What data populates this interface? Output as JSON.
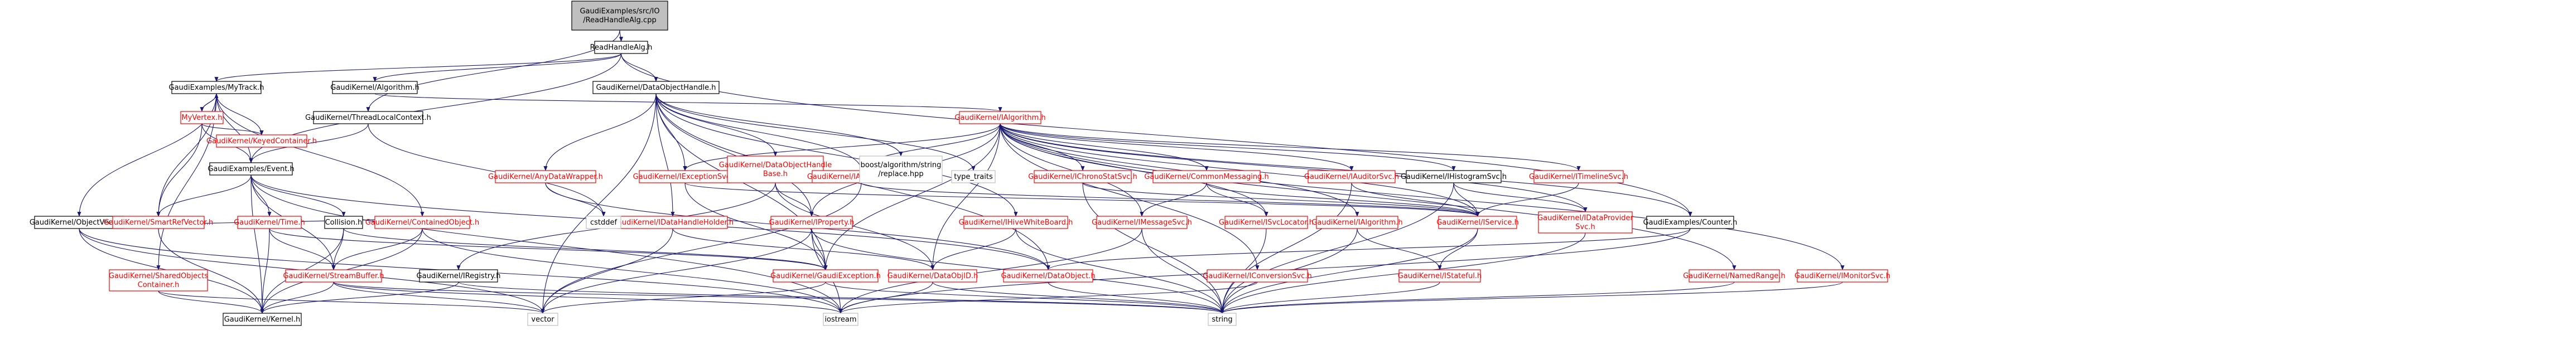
{
  "diagram": {
    "colors": {
      "edge": "#191970",
      "normal_text": "#000000",
      "normal_border": "#000000",
      "highlight_text": "#ff0000",
      "highlight_border": "#ff0000",
      "root_fill": "#bfbfbf",
      "external_border": "#bfbfbf",
      "node_fill": "#ffffff"
    },
    "nodes": [
      {
        "id": "root",
        "lines": [
          "GaudiExamples/src/IO",
          "/ReadHandleAlg.cpp"
        ],
        "style": "root"
      },
      {
        "id": "readhandle",
        "lines": [
          "ReadHandleAlg.h"
        ],
        "style": "normal"
      },
      {
        "id": "mytrack",
        "lines": [
          "GaudiExamples/MyTrack.h"
        ],
        "style": "normal"
      },
      {
        "id": "algorithm",
        "lines": [
          "GaudiKernel/Algorithm.h"
        ],
        "style": "normal"
      },
      {
        "id": "dohandle",
        "lines": [
          "GaudiKernel/DataObjectHandle.h"
        ],
        "style": "normal"
      },
      {
        "id": "myvertex",
        "lines": [
          "MyVertex.h"
        ],
        "style": "red"
      },
      {
        "id": "keyedcontainer",
        "lines": [
          "GaudiKernel/KeyedContainer.h"
        ],
        "style": "red"
      },
      {
        "id": "threadlocal",
        "lines": [
          "GaudiKernel/ThreadLocalContext.h"
        ],
        "style": "normal"
      },
      {
        "id": "ialgorithm",
        "lines": [
          "GaudiKernel/IAlgorithm.h"
        ],
        "style": "red"
      },
      {
        "id": "event",
        "lines": [
          "GaudiExamples/Event.h"
        ],
        "style": "normal"
      },
      {
        "id": "objectvector",
        "lines": [
          "GaudiKernel/ObjectVector.h"
        ],
        "style": "normal"
      },
      {
        "id": "smartrefvector",
        "lines": [
          "GaudiKernel/SmartRefVector.h"
        ],
        "style": "red"
      },
      {
        "id": "time",
        "lines": [
          "GaudiKernel/Time.h"
        ],
        "style": "red"
      },
      {
        "id": "containedobject",
        "lines": [
          "GaudiKernel/ContainedObject.h"
        ],
        "style": "red"
      },
      {
        "id": "collision",
        "lines": [
          "Collision.h"
        ],
        "style": "normal"
      },
      {
        "id": "anydatawrapper",
        "lines": [
          "GaudiKernel/AnyDataWrapper.h"
        ],
        "style": "red"
      },
      {
        "id": "iexceptionsvc",
        "lines": [
          "GaudiKernel/IExceptionSvc.h"
        ],
        "style": "red"
      },
      {
        "id": "idatahandleholder",
        "lines": [
          "GaudiKernel/IDataHandleHolder.h"
        ],
        "style": "red"
      },
      {
        "id": "dohandlebase",
        "lines": [
          "GaudiKernel/DataObjectHandle",
          "Base.h"
        ],
        "style": "red"
      },
      {
        "id": "ialgcontextsvc",
        "lines": [
          "GaudiKernel/IAlgContextSvc.h"
        ],
        "style": "red"
      },
      {
        "id": "boostreplace",
        "lines": [
          "boost/algorithm/string",
          "/replace.hpp"
        ],
        "style": "external"
      },
      {
        "id": "typetraits",
        "lines": [
          "type_traits"
        ],
        "style": "external"
      },
      {
        "id": "ihivewhiteboard",
        "lines": [
          "GaudiKernel/IHiveWhiteBoard.h"
        ],
        "style": "red"
      },
      {
        "id": "ichronostatsvc",
        "lines": [
          "GaudiKernel/IChronoStatSvc.h"
        ],
        "style": "red"
      },
      {
        "id": "commonmessaging",
        "lines": [
          "GaudiKernel/CommonMessaging.h"
        ],
        "style": "red"
      },
      {
        "id": "iauditorsvc",
        "lines": [
          "GaudiKernel/IAuditorSvc.h"
        ],
        "style": "red"
      },
      {
        "id": "ihistogramsvc",
        "lines": [
          "GaudiKernel/IHistogramSvc.h"
        ],
        "style": "normal"
      },
      {
        "id": "itimelinesvc",
        "lines": [
          "GaudiKernel/ITimelineSvc.h"
        ],
        "style": "red"
      },
      {
        "id": "counter",
        "lines": [
          "GaudiExamples/Counter.h"
        ],
        "style": "normal"
      },
      {
        "id": "imonitorsvc",
        "lines": [
          "GaudiKernel/IMonitorSvc.h"
        ],
        "style": "red"
      },
      {
        "id": "namedrange",
        "lines": [
          "GaudiKernel/NamedRange.h"
        ],
        "style": "red"
      },
      {
        "id": "cstddef",
        "lines": [
          "cstddef"
        ],
        "style": "external"
      },
      {
        "id": "iproperty",
        "lines": [
          "GaudiKernel/IProperty.h"
        ],
        "style": "red"
      },
      {
        "id": "imessagesvc",
        "lines": [
          "GaudiKernel/IMessageSvc.h"
        ],
        "style": "red"
      },
      {
        "id": "isvclocator",
        "lines": [
          "GaudiKernel/ISvcLocator.h"
        ],
        "style": "red"
      },
      {
        "id": "ialgorithm2",
        "lines": [
          "GaudiKernel/IAlgorithm.h"
        ],
        "style": "red"
      },
      {
        "id": "iservice",
        "lines": [
          "GaudiKernel/IService.h"
        ],
        "style": "red"
      },
      {
        "id": "idataprovider",
        "lines": [
          "GaudiKernel/IDataProvider",
          "Svc.h"
        ],
        "style": "red"
      },
      {
        "id": "sharedobjects",
        "lines": [
          "GaudiKernel/SharedObjects",
          "Container.h"
        ],
        "style": "red"
      },
      {
        "id": "streambuffer",
        "lines": [
          "GaudiKernel/StreamBuffer.h"
        ],
        "style": "red"
      },
      {
        "id": "iregistry",
        "lines": [
          "GaudiKernel/IRegistry.h"
        ],
        "style": "normal"
      },
      {
        "id": "gaudiexception",
        "lines": [
          "GaudiKernel/GaudiException.h"
        ],
        "style": "red"
      },
      {
        "id": "dataobjid",
        "lines": [
          "GaudiKernel/DataObjID.h"
        ],
        "style": "red"
      },
      {
        "id": "dataobject",
        "lines": [
          "GaudiKernel/DataObject.h"
        ],
        "style": "red"
      },
      {
        "id": "iconversionsvc",
        "lines": [
          "GaudiKernel/IConversionSvc.h"
        ],
        "style": "red"
      },
      {
        "id": "istateful",
        "lines": [
          "GaudiKernel/IStateful.h"
        ],
        "style": "red"
      },
      {
        "id": "kernel",
        "lines": [
          "GaudiKernel/Kernel.h"
        ],
        "style": "normal"
      },
      {
        "id": "vector",
        "lines": [
          "vector"
        ],
        "style": "external"
      },
      {
        "id": "iostream",
        "lines": [
          "iostream"
        ],
        "style": "external"
      },
      {
        "id": "string",
        "lines": [
          "string"
        ],
        "style": "external"
      }
    ]
  }
}
